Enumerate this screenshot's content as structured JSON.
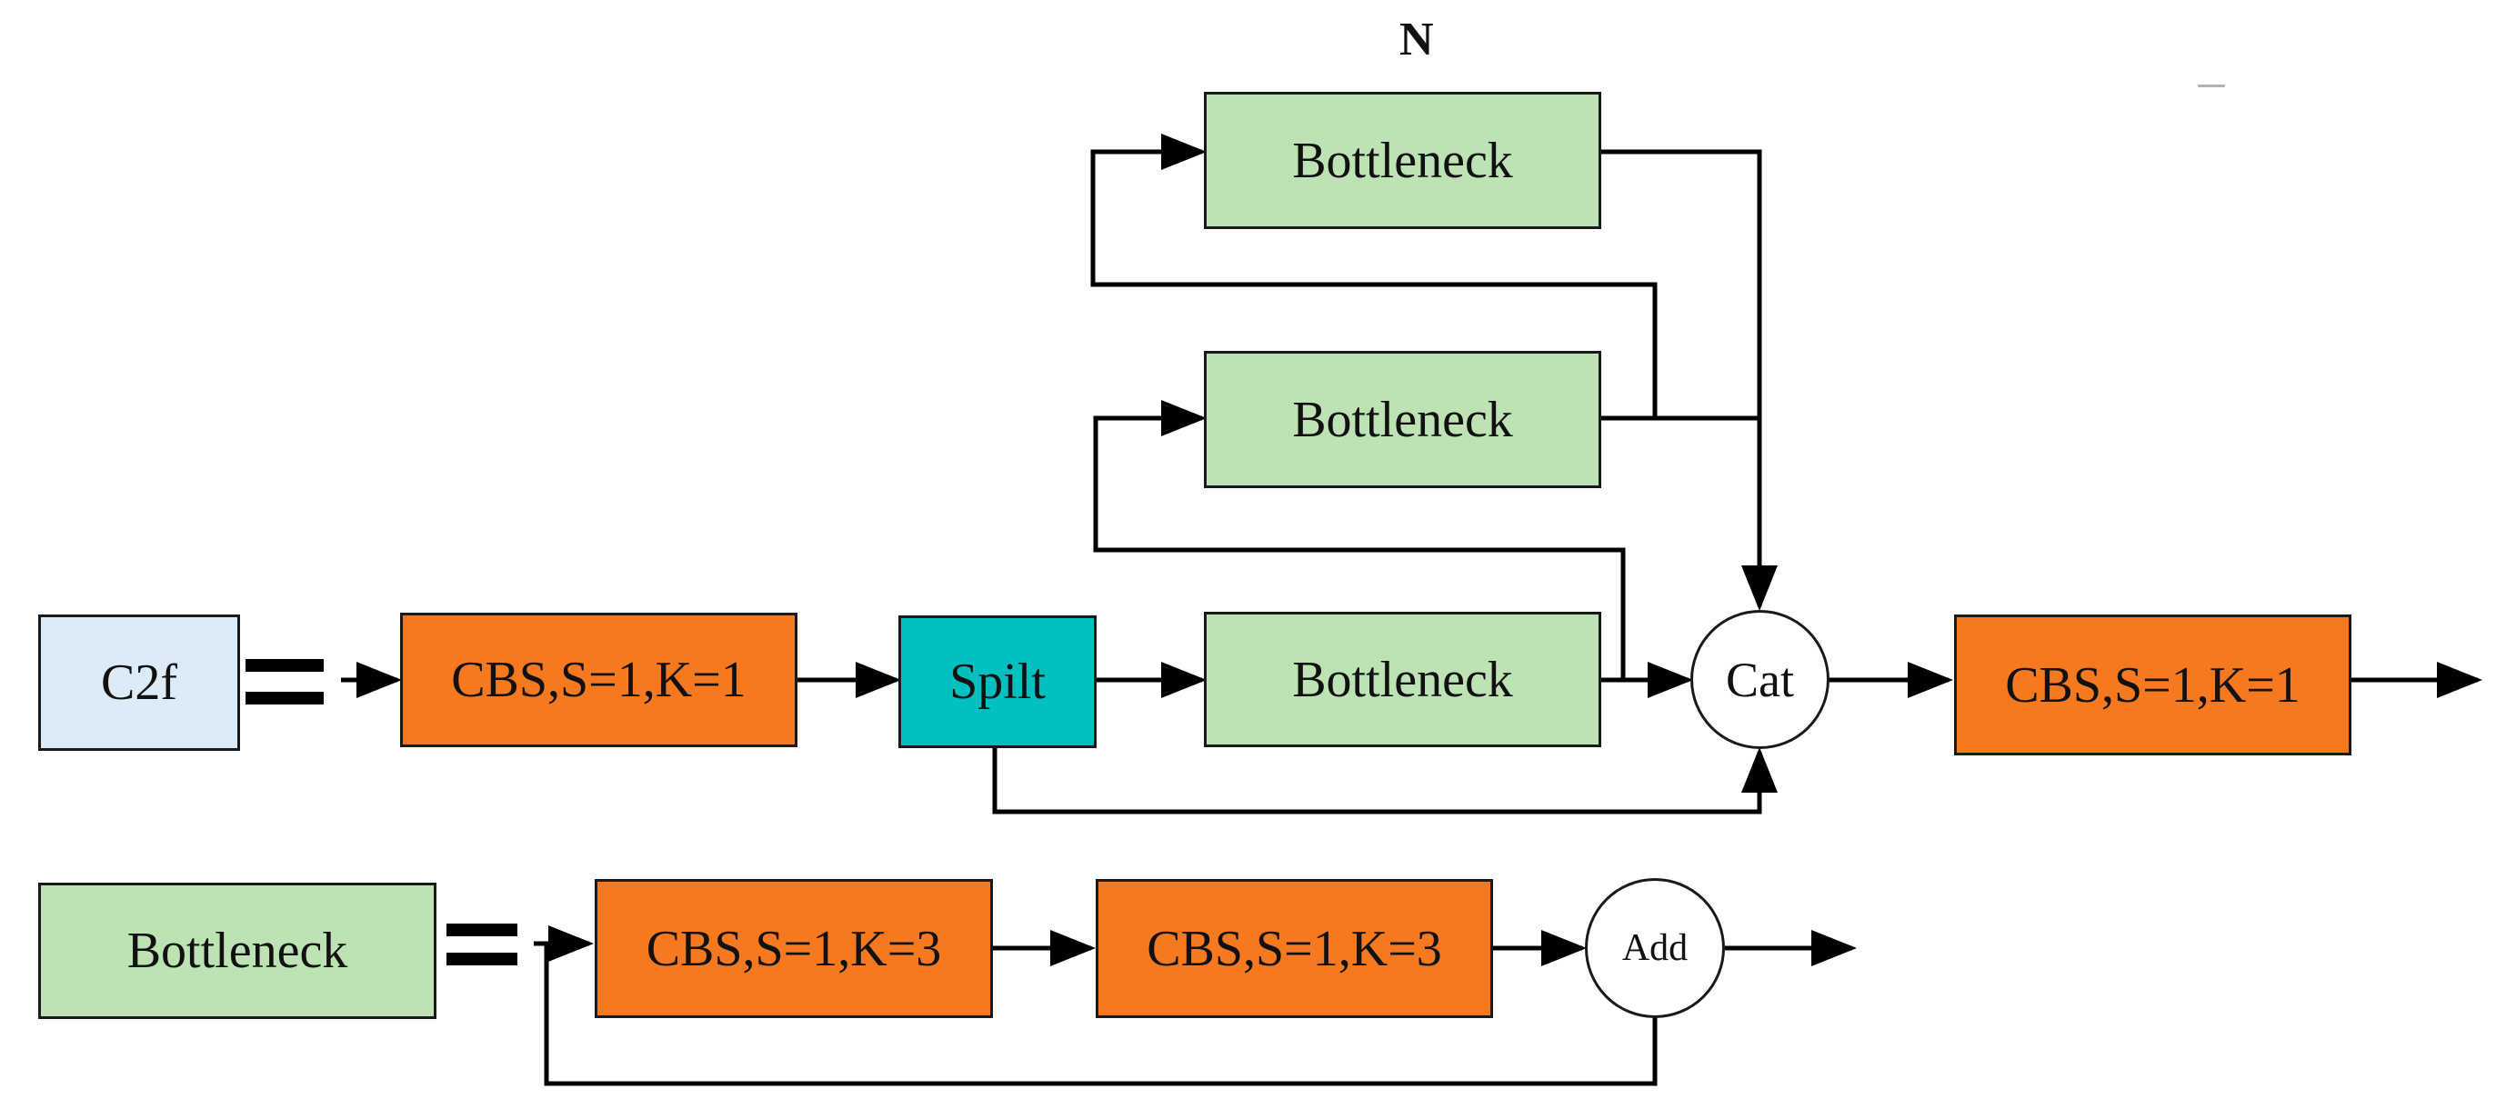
{
  "n_label": "N",
  "c2f": {
    "title": "C2f",
    "cbs_in": "CBS,S=1,K=1",
    "split": "Spilt",
    "bottlenecks": [
      "Bottleneck",
      "Bottleneck",
      "Bottleneck"
    ],
    "cat": "Cat",
    "cbs_out": "CBS,S=1,K=1"
  },
  "bottleneck_def": {
    "title": "Bottleneck",
    "cbs_1": "CBS,S=1,K=3",
    "cbs_2": "CBS,S=1,K=3",
    "add": "Add"
  },
  "colors": {
    "green": "#bde3b4",
    "orange": "#f6791f",
    "teal": "#00bfbf",
    "light_blue": "#dcebf8",
    "line": "#000000"
  }
}
